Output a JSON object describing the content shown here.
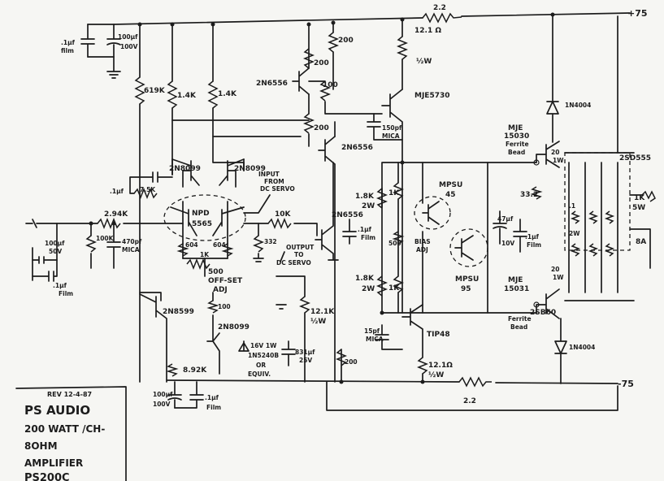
{
  "rails": {
    "positive": "+75",
    "negative": "-75"
  },
  "title_block": {
    "revision": "REV 12-4-87",
    "lines": [
      "PS AUDIO",
      "200 WATT /CH-",
      "8OHM",
      "AMPLIFIER",
      "PS200C"
    ]
  },
  "labels": {
    "r_top_feedback": "2.2",
    "r_bottom_feedback": "2.2",
    "c_top1": ".1µf",
    "c_top1_b": "film",
    "c_top2": "100µf",
    "c_top2_b": "100V",
    "r_619k": "619K",
    "r_14k_a": "1.4K",
    "r_14k_b": "1.4K",
    "q_2n6556_top": "2N6556",
    "r_200_a": "200",
    "r_200_b": "200",
    "r_200_c": "200",
    "r_100_a": "100",
    "r_121_top": "12.1 Ω",
    "r_121_top_b": "½W",
    "q_mje5730": "MJE5730",
    "c_150pf": "150pf",
    "c_150pf_b": "MICA",
    "q_2n6556_mid": "2N6556",
    "q_2n8099_l": "2N8099",
    "q_2n8099_r": "2N8099",
    "c_side1": ".1µf",
    "r_side": "7.5K",
    "npd": "NPD",
    "npd_b": "5565",
    "input_servo": "INPUT",
    "input_servo_b": "FROM",
    "input_servo_c": "DC SERVO",
    "r_294k": "2.94K",
    "r_100k": "100K",
    "c_470pf": "470pf",
    "c_470pf_b": "MICA",
    "c_in_100": "100µf",
    "c_in_100b": "50V",
    "c_in_1": ".1µf",
    "c_in_1b": "Film",
    "r_10k": "10K",
    "r_332": "332",
    "out_servo": "OUTPUT",
    "out_servo_b": "TO",
    "out_servo_c": "DC SERVO",
    "q_2n6556_low": "2N6556",
    "r_604_a": "604",
    "r_604_b": "604",
    "r_1k_pot": "1K",
    "offset": "500",
    "offset_b": "OFF-SET",
    "offset_c": "ADJ",
    "q_2n8599": "2N8599",
    "r_100_b": "100",
    "q_2n8099_low": "2N8099",
    "r_121k": "12.1K",
    "r_121k_b": "½W",
    "zener": "16V 1W",
    "zener_b": "1N5240B",
    "zener_c": "OR",
    "zener_d": "EQUIV.",
    "c_831": "831µf",
    "c_831_b": "25V",
    "r_892k": "8.92K",
    "c_low100": "100µf",
    "c_low100_b": "100V",
    "c_low1": ".1µf",
    "c_low1_b": "Film",
    "r_18k_a": "1.8K",
    "r_18k_a_b": "2W",
    "r_18k_b": "1.8K",
    "r_18k_b_b": "2W",
    "r_1k_a": "1K",
    "r_1k_b": "1K",
    "r_500": "500",
    "bias": "BIAS",
    "bias_b": "ADJ",
    "c_bias": ".1µf",
    "c_bias_b": "Film",
    "q_mpsu45": "MPSU",
    "q_mpsu45_b": "45",
    "q_mpsu95": "MPSU",
    "q_mpsu95_b": "95",
    "c_47": "47µf",
    "c_47_b": "10V",
    "c_bias2": ".1µf",
    "c_bias2_b": "Film",
    "r_332b": "33.2",
    "q_mje15030": "MJE",
    "q_mje15030_b": "15030",
    "ferrite_top": "Ferrite",
    "ferrite_top_b": "Bead",
    "q_mje15031": "MJE",
    "q_mje15031_b": "15031",
    "ferrite_bot": "Ferrite",
    "ferrite_bot_b": "Bead",
    "d_top": "1N4004",
    "d_bot": "1N4004",
    "r_20_top": "20",
    "r_20_top_b": "1W",
    "r_20_bot": "20",
    "r_20_bot_b": "1W",
    "q_2sd555": "2SD555",
    "q_2sb600": "2SB60",
    "r_1k5w": "1K",
    "r_1k5w_b": "5W",
    "r_emit": ".1",
    "r_emit_w": "2W",
    "c_154": "15pf",
    "c_154_b": "MICA",
    "q_tip48": "TIP48",
    "r_121_bot": "12.1Ω",
    "r_121_bot_b": "½W",
    "r_200_d": "200",
    "out_8a": "8A"
  }
}
